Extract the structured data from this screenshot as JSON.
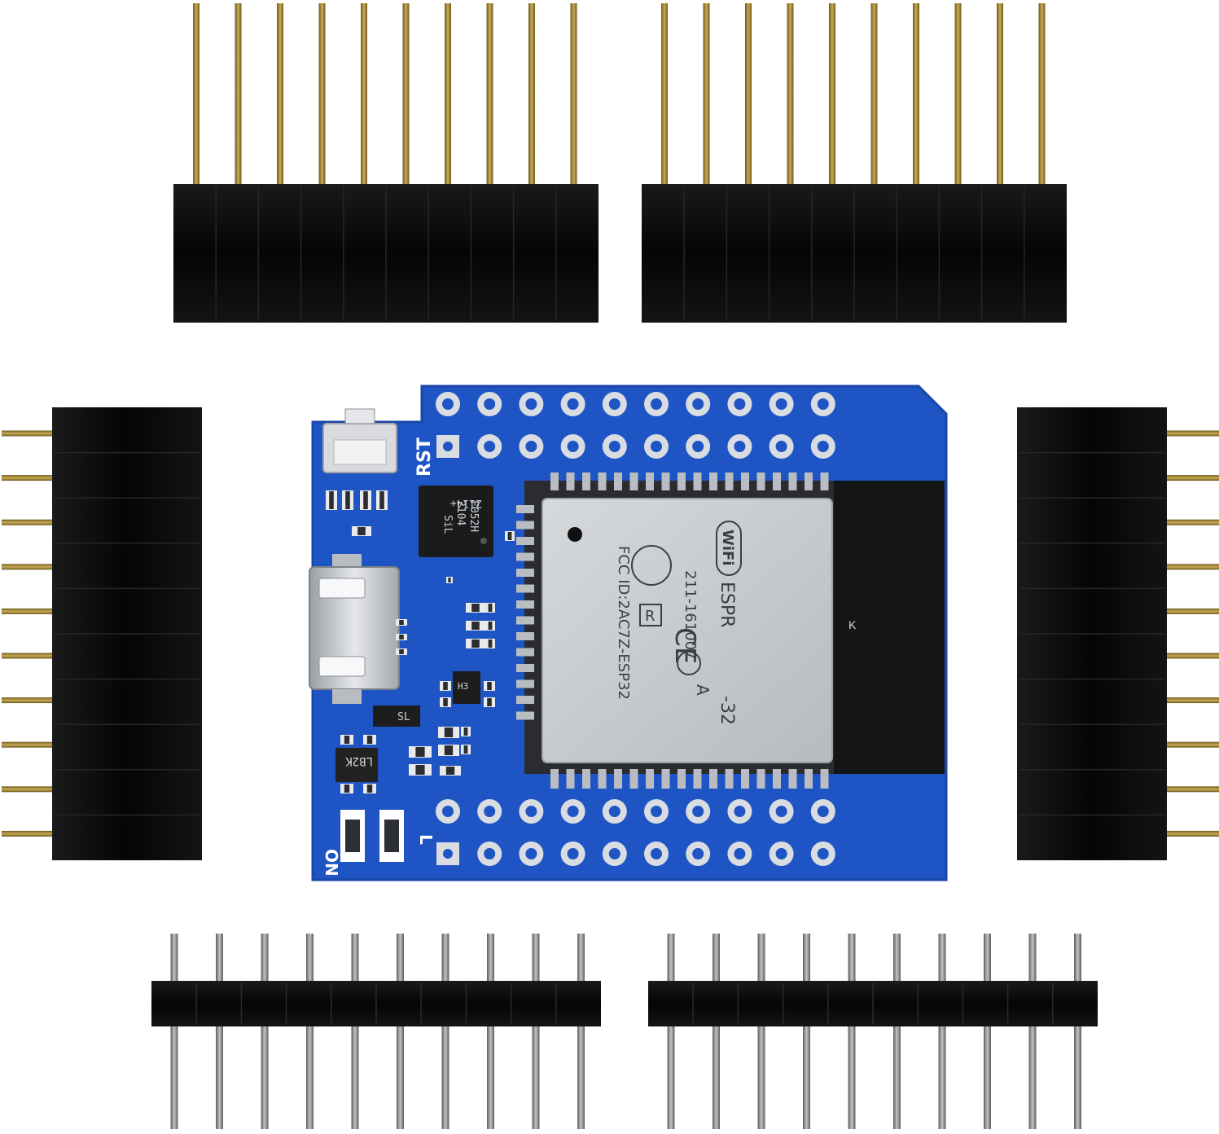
{
  "scene": {
    "description_free": true,
    "background": "#ffffff"
  },
  "colors": {
    "pcb": "#1f54c4",
    "pcb_edge": "#1a46a8",
    "header_black": "#0b0b0b",
    "pin_gold": "#a0873a",
    "pin_silver": "#8c8c8c",
    "shield": "#c8cbce",
    "pad": "#d9dde2"
  },
  "board": {
    "label_rst": "RST",
    "label_on": "ON",
    "label_l": "L",
    "chip_line1": "2114+",
    "chip_line2": "F052H",
    "chip_line3": "2104",
    "chip_line4": "SiL",
    "regulator_label": "LB2K",
    "diode_label": "SL",
    "ic_label": "H3",
    "antenna_label": "K"
  },
  "module": {
    "wifi_label": "WiFi",
    "model_text": "ESPR",
    "model_suffix": "-32",
    "fcc_text": "FCC ID:2AC7Z-ESP32",
    "cert_text": "211-161007",
    "ce_mark": "CE",
    "r_mark": "R",
    "a_text": "A"
  },
  "parts": [
    {
      "name": "female-header-top-left",
      "pins": 10,
      "type": "female"
    },
    {
      "name": "female-header-top-right",
      "pins": 10,
      "type": "female"
    },
    {
      "name": "female-header-left",
      "pins": 10,
      "type": "female"
    },
    {
      "name": "female-header-right",
      "pins": 10,
      "type": "female"
    },
    {
      "name": "male-header-bottom-left",
      "pins": 10,
      "type": "male"
    },
    {
      "name": "male-header-bottom-right",
      "pins": 10,
      "type": "male"
    }
  ]
}
